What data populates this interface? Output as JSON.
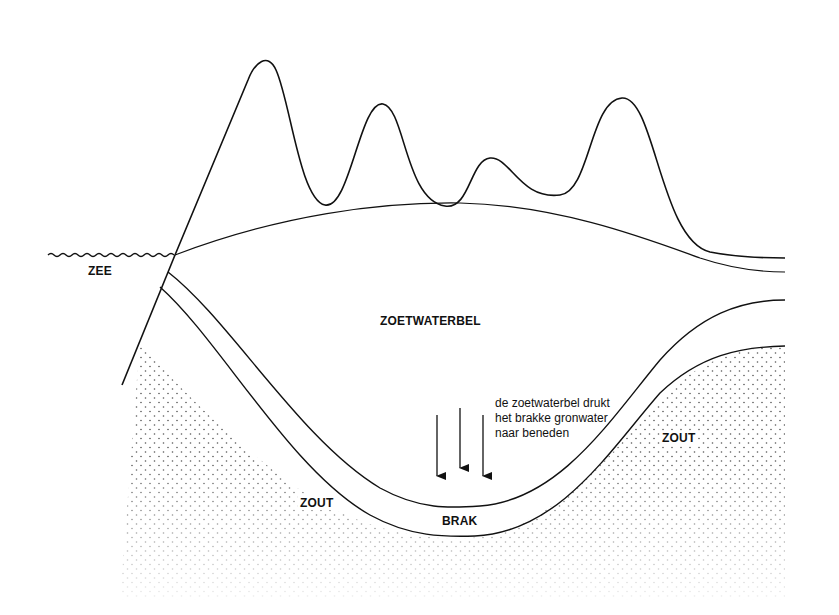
{
  "diagram": {
    "labels": [
      "ZEE",
      "ZOETWATERBEL",
      "de zoetwaterbel drukt het brakke gronwater naar beneden",
      "ZOUT",
      "ZOUT",
      "BRAK"
    ]
  }
}
